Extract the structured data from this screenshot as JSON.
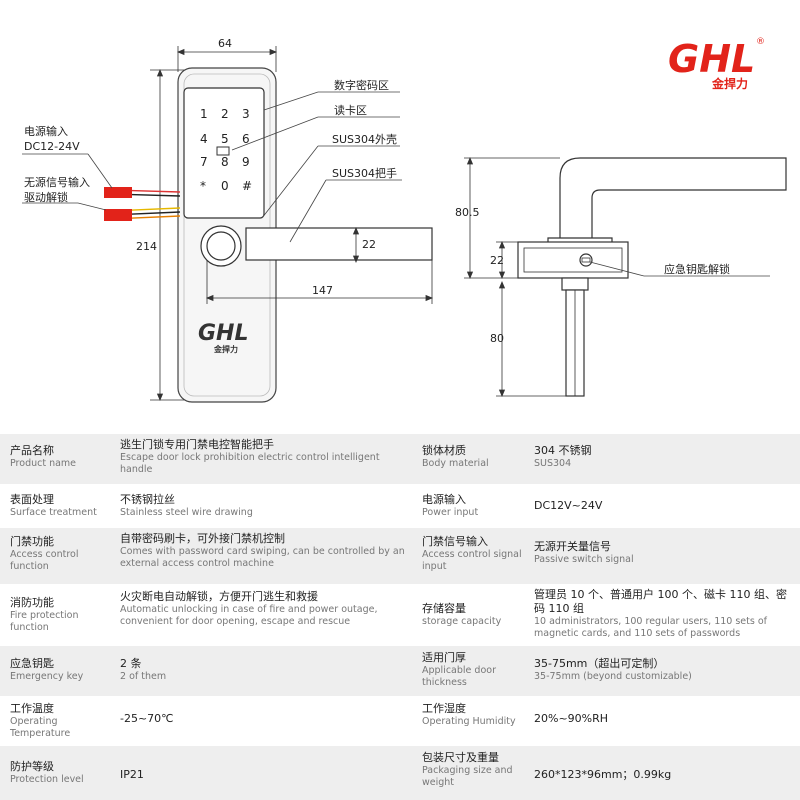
{
  "brand": {
    "logo_text": "GHL",
    "registered_mark": "®",
    "chinese_name": "金捍力",
    "logo_color": "#e2231a"
  },
  "diagram": {
    "dimensions": {
      "width_top": "64",
      "height_left": "214",
      "handle_height": "22",
      "handle_length": "147",
      "side_height": "80.5",
      "side_handle": "22",
      "side_bottom": "80"
    },
    "callouts": {
      "keypad_area": "数字密码区",
      "card_area": "读卡区",
      "shell": "SUS304外壳",
      "handle": "SUS304把手",
      "power_input_line1": "电源输入",
      "power_input_line2": "DC12-24V",
      "signal_line1": "无源信号输入",
      "signal_line2": "驱动解锁",
      "emergency_key": "应急钥匙解锁"
    },
    "keypad": [
      "1",
      "2",
      "3",
      "4",
      "5",
      "6",
      "7",
      "8",
      "9",
      "*",
      "0",
      "#"
    ],
    "plate_logo": "GHL",
    "plate_logo_sub": "金捍力"
  },
  "specs": [
    {
      "left": {
        "zh": "产品名称",
        "en": "Product name",
        "value_zh": "逃生门锁专用门禁电控智能把手",
        "value_en": "Escape door lock prohibition electric control intelligent handle"
      },
      "right": {
        "zh": "锁体材质",
        "en": "Body material",
        "value_zh": "304 不锈钢",
        "value_en": "SUS304"
      }
    },
    {
      "left": {
        "zh": "表面处理",
        "en": "Surface treatment",
        "value_zh": "不锈钢拉丝",
        "value_en": "Stainless steel wire drawing"
      },
      "right": {
        "zh": "电源输入",
        "en": "Power input",
        "value_zh": "DC12V~24V",
        "value_en": ""
      }
    },
    {
      "left": {
        "zh": "门禁功能",
        "en": "Access control function",
        "value_zh": "自带密码刷卡，可外接门禁机控制",
        "value_en": "Comes with password card swiping, can be controlled by an external access control machine"
      },
      "right": {
        "zh": "门禁信号输入",
        "en": "Access control signal input",
        "value_zh": "无源开关量信号",
        "value_en": "Passive switch signal"
      }
    },
    {
      "left": {
        "zh": "消防功能",
        "en": "Fire protection function",
        "value_zh": "火灾断电自动解锁，方便开门逃生和救援",
        "value_en": "Automatic unlocking in case of fire and power outage, convenient for door opening, escape and rescue"
      },
      "right": {
        "zh": "存储容量",
        "en": "storage capacity",
        "value_zh": "管理员 10 个、普通用户 100 个、磁卡 110 组、密码 110 组",
        "value_en": "10 administrators, 100 regular users, 110 sets of magnetic cards, and 110 sets of passwords"
      }
    },
    {
      "left": {
        "zh": "应急钥匙",
        "en": "Emergency key",
        "value_zh": "2 条",
        "value_en": "2 of them"
      },
      "right": {
        "zh": "适用门厚",
        "en": "Applicable door thickness",
        "value_zh": "35-75mm（超出可定制）",
        "value_en": "35-75mm (beyond customizable)"
      }
    },
    {
      "left": {
        "zh": "工作温度",
        "en": "Operating Temperature",
        "value_zh": "-25~70℃",
        "value_en": ""
      },
      "right": {
        "zh": "工作湿度",
        "en": "Operating Humidity",
        "value_zh": "20%~90%RH",
        "value_en": ""
      }
    },
    {
      "left": {
        "zh": "防护等级",
        "en": "Protection level",
        "value_zh": "IP21",
        "value_en": ""
      },
      "right": {
        "zh": "包装尺寸及重量",
        "en": "Packaging size and weight",
        "value_zh": "260*123*96mm；0.99kg",
        "value_en": ""
      }
    }
  ]
}
